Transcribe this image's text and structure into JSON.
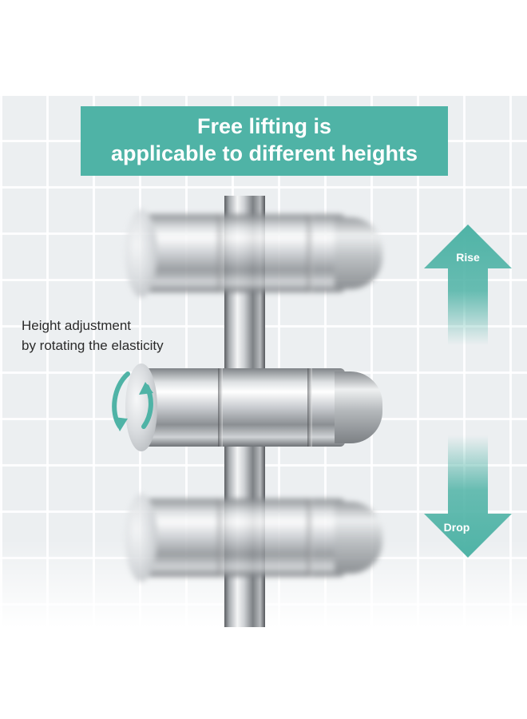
{
  "banner": {
    "line1": "Free lifting is",
    "line2": "applicable to different heights",
    "color": "#4fb3a6"
  },
  "annotation": {
    "line1": "Height adjustment",
    "line2": "by rotating the elasticity"
  },
  "arrows": {
    "rise_label": "Rise",
    "drop_label": "Drop",
    "color": "#4fb3a6"
  },
  "icons": [
    "rotation-arrow-icon",
    "rise-arrow-icon",
    "drop-arrow-icon"
  ]
}
